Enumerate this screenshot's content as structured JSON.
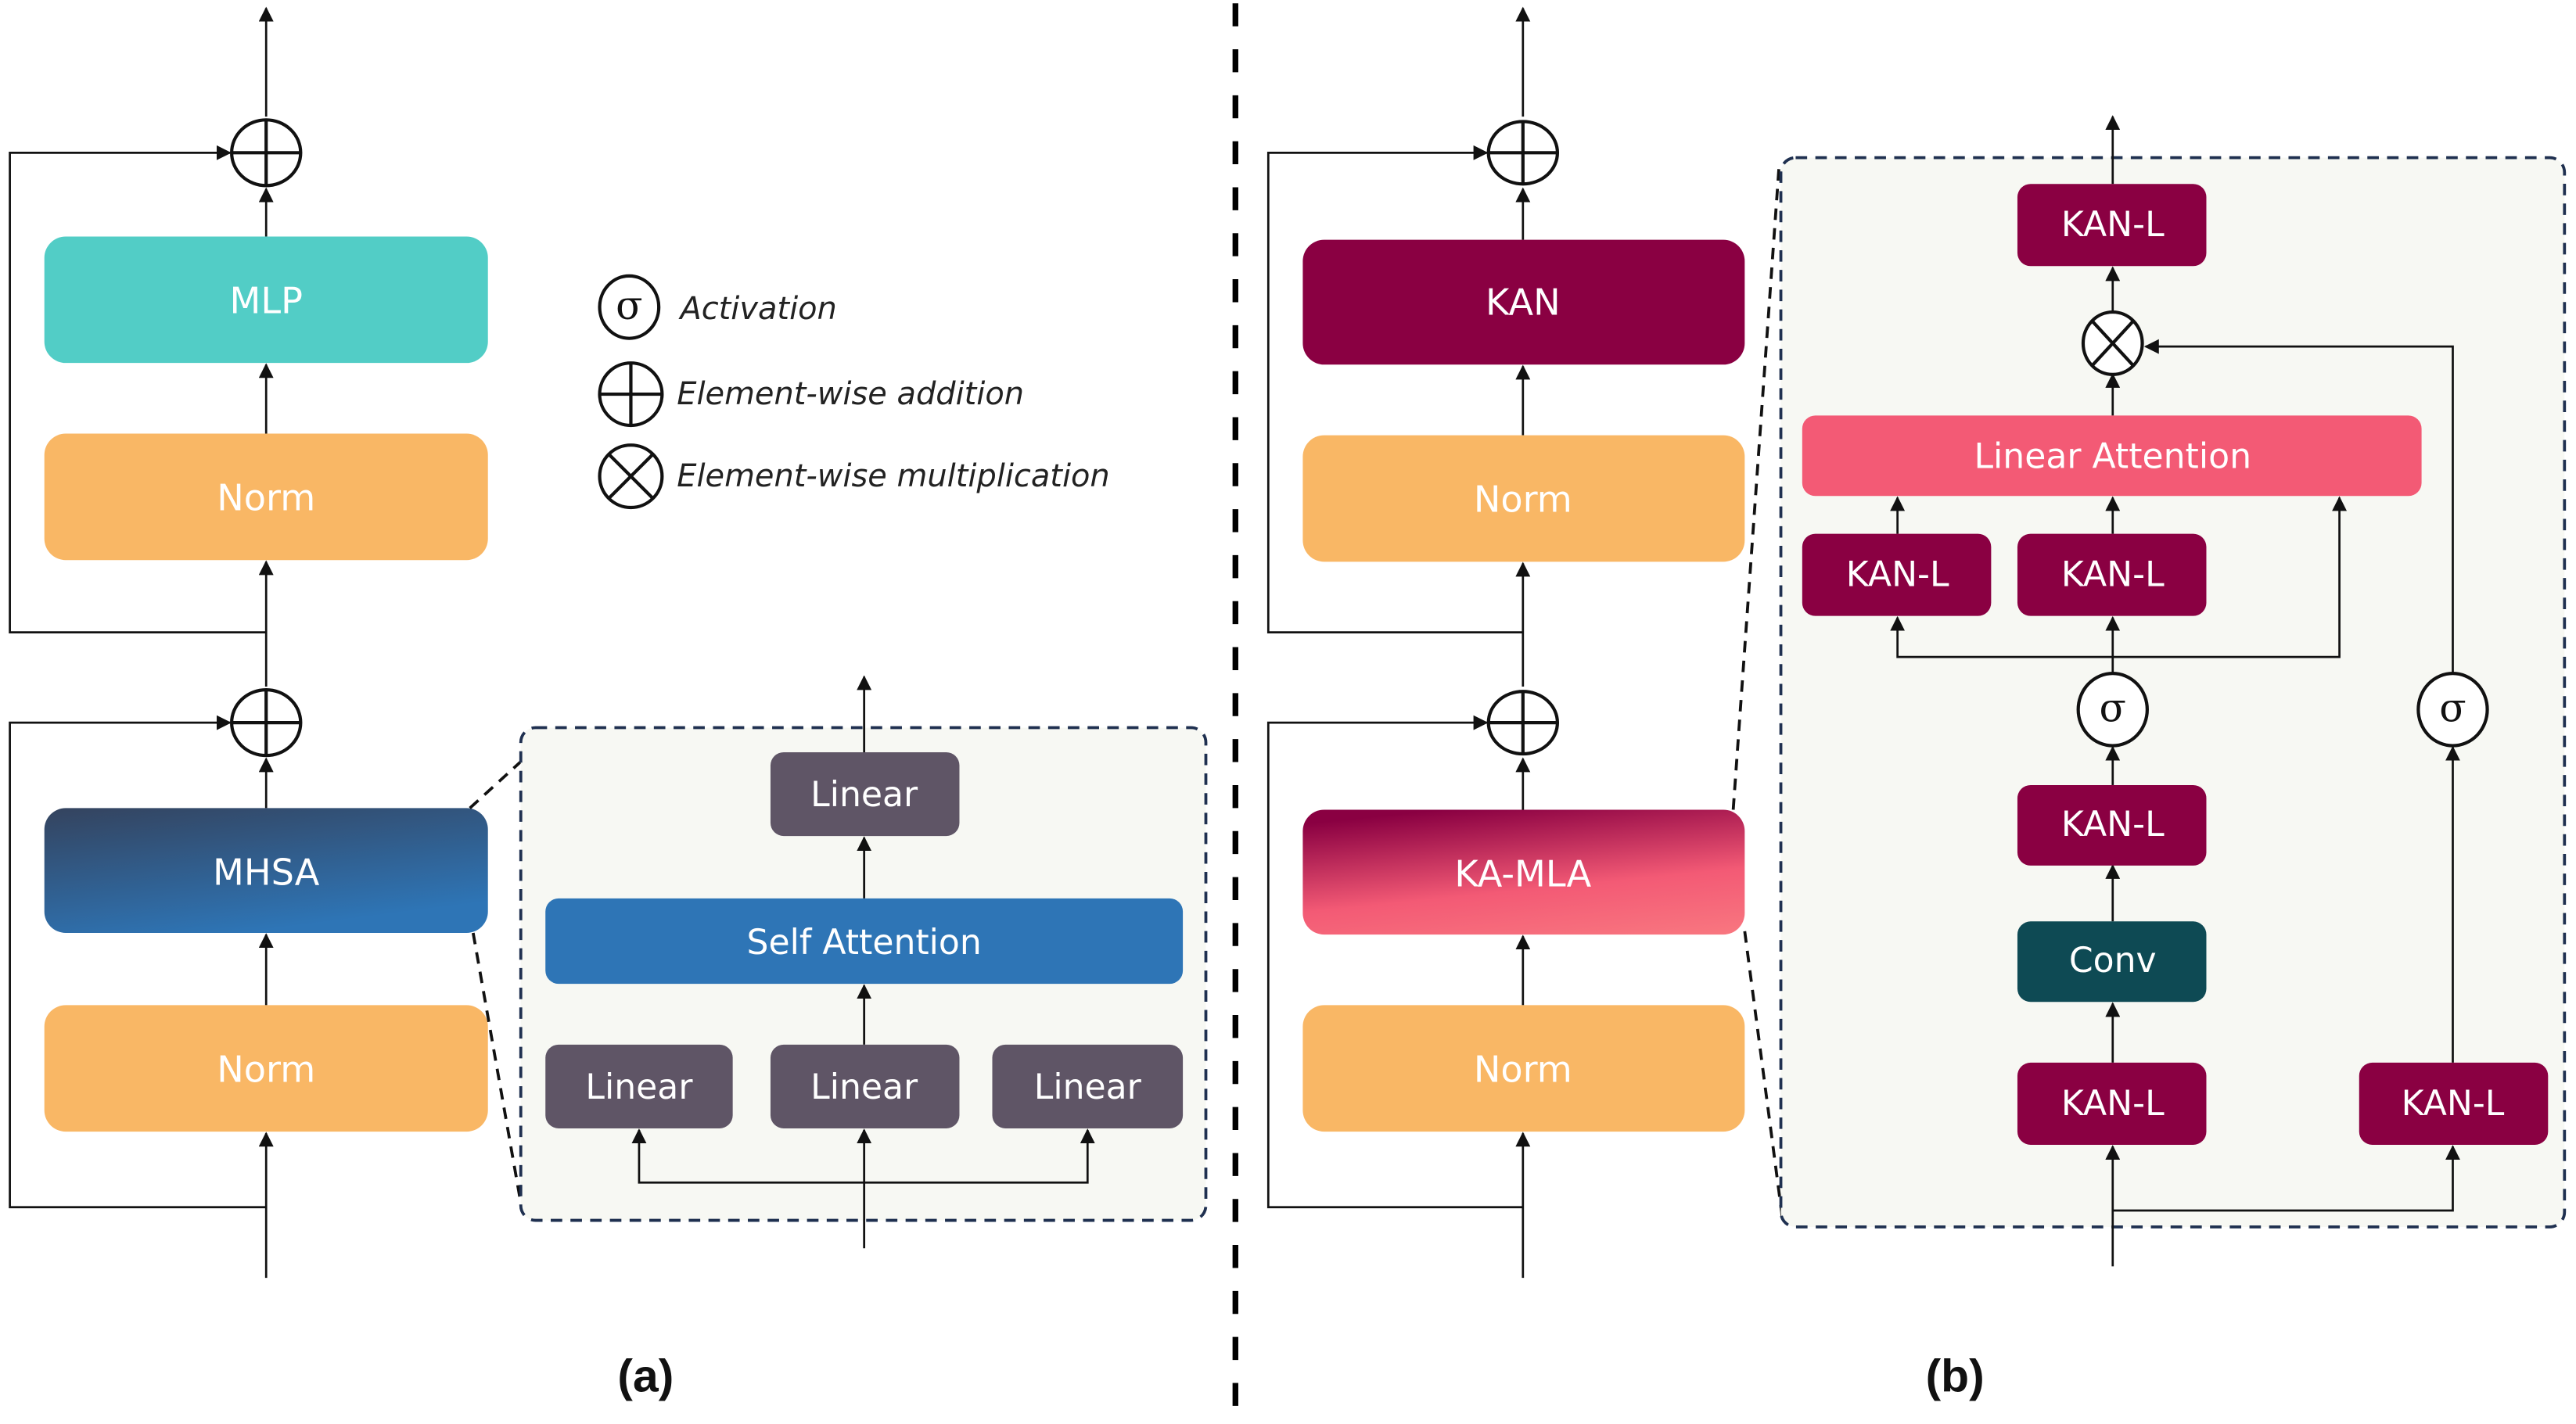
{
  "colors": {
    "mlp": "#52CDC6",
    "norm": "#F9B765",
    "mhsa_start": "#34435E",
    "mhsa_end": "#2E75B6",
    "linear": "#5F5566",
    "self_attention": "#2E75B6",
    "kan": "#8A0042",
    "kamla_start": "#8A0042",
    "kamla_mid": "#F35A75",
    "kamla_end": "#FB8585",
    "linear_attention": "#F35A75",
    "conv": "#0E4A54",
    "detail_bg": "#F7F8F3",
    "detail_border": "#1F3050"
  },
  "panel_a": {
    "caption": "(a)",
    "blocks": {
      "mlp": "MLP",
      "norm_top": "Norm",
      "mhsa": "MHSA",
      "norm_bottom": "Norm"
    },
    "detail": {
      "linear_out": "Linear",
      "self_attention": "Self Attention",
      "linear_q": "Linear",
      "linear_k": "Linear",
      "linear_v": "Linear"
    }
  },
  "panel_b": {
    "caption": "(b)",
    "blocks": {
      "kan": "KAN",
      "norm_top": "Norm",
      "kamla": "KA-MLA",
      "norm_bottom": "Norm"
    },
    "detail": {
      "kanl_out": "KAN-L",
      "linear_attention": "Linear Attention",
      "kanl_q": "KAN-L",
      "kanl_k": "KAN-L",
      "kanl_mid": "KAN-L",
      "conv": "Conv",
      "kanl_in": "KAN-L",
      "kanl_gate": "KAN-L",
      "sigma_left": "σ",
      "sigma_right": "σ"
    }
  },
  "legend": {
    "items": [
      {
        "symbol": "σ",
        "icon": "sigma-activation-icon",
        "label": "Activation"
      },
      {
        "symbol": "⊕",
        "icon": "circle-plus-icon",
        "label": "Element-wise addition"
      },
      {
        "symbol": "⊗",
        "icon": "circle-times-icon",
        "label": "Element-wise multiplication"
      }
    ]
  }
}
